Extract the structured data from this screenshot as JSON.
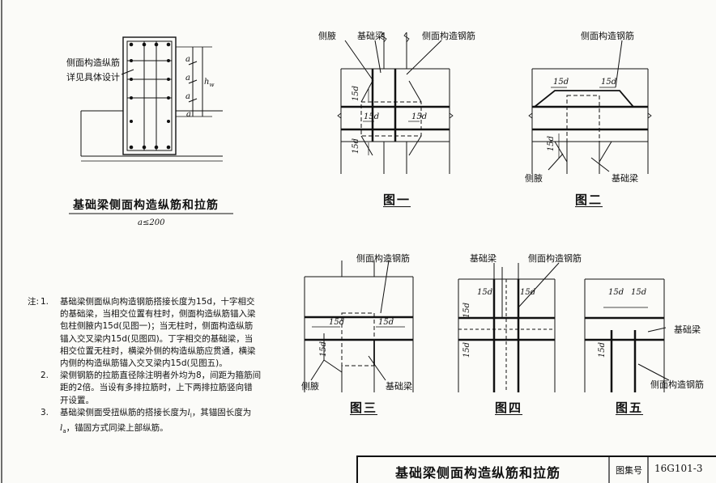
{
  "fig_main": {
    "side_bars_note_l1": "侧面构造纵筋",
    "side_bars_note_l2": "详见具体设计",
    "spacing_a": "a",
    "height_hw": "h",
    "height_hw_sub": "w",
    "title": "基础梁侧面构造纵筋和拉筋",
    "subtitle": "a≤200"
  },
  "labels": {
    "haunch": "侧腋",
    "foundation_beam": "基础梁",
    "side_rebar": "侧面构造钢筋",
    "lap_15d": "15d"
  },
  "captions": {
    "fig1": "图一",
    "fig2": "图二",
    "fig3": "图三",
    "fig4": "图四",
    "fig5": "图五"
  },
  "notes": {
    "prefix": "注:",
    "items": [
      {
        "num": "1.",
        "lines": [
          "基础梁侧面纵向构造钢筋搭接长度为15d，十字相交",
          "的基础梁，当相交位置有柱时，侧面构造纵筋锚入梁",
          "包柱侧腋内15d(见图一)；当无柱时，侧面构造纵筋",
          "锚入交叉梁内15d(见图四)。丁字相交的基础梁，当",
          "相交位置无柱时，横梁外侧的构造纵筋应贯通，横梁",
          "内侧的构造纵筋锚入交叉梁内15d(见图五)。"
        ]
      },
      {
        "num": "2.",
        "lines": [
          "梁侧钢筋的拉筋直径除注明者外均为8，间距为箍筋间",
          "距的2倍。当设有多排拉筋时，上下两排拉筋竖向错",
          "开设置。"
        ]
      },
      {
        "num": "3.",
        "lines": [
          "基础梁侧面受扭纵筋的搭接长度为l",
          "l",
          "，锚固方式同梁上部纵筋。"
        ]
      }
    ],
    "note3_line1": "基础梁侧面受扭纵筋的搭接长度为",
    "note3_l": "l",
    "note3_l_sub": "l",
    "note3_mid": "，其锚固长度为",
    "note3_line2_l": "l",
    "note3_line2_sub": "a",
    "note3_line2_rest": "，锚固方式同梁上部纵筋。"
  },
  "title_block": {
    "title": "基础梁侧面构造纵筋和拉筋",
    "atlas_label": "图集号",
    "atlas_no": "16G101-3"
  }
}
